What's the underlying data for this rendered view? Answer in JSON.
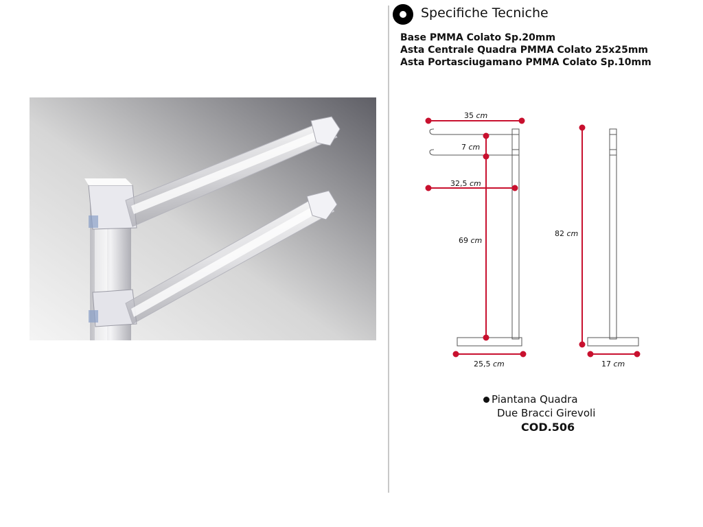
{
  "header": {
    "icon": "bullet-circle-icon",
    "title": "Specifiche Tecniche"
  },
  "specs": [
    "Base PMMA Colato Sp.20mm",
    "Asta Centrale Quadra PMMA Colato 25x25mm",
    "Asta Portasciugamano PMMA Colato Sp.10mm"
  ],
  "dimensions": {
    "width_top": "35",
    "gap_arms": "7",
    "arm_length": "32,5",
    "arm_height": "69",
    "total_height": "82",
    "base_width": "25,5",
    "base_depth": "17",
    "unit": "cm"
  },
  "caption": {
    "line1": "Piantana Quadra",
    "line2": "Due Bracci Girevoli",
    "code": "COD.506"
  },
  "colors": {
    "dimension_line": "#c8102e",
    "divider": "#c8c8c8"
  }
}
